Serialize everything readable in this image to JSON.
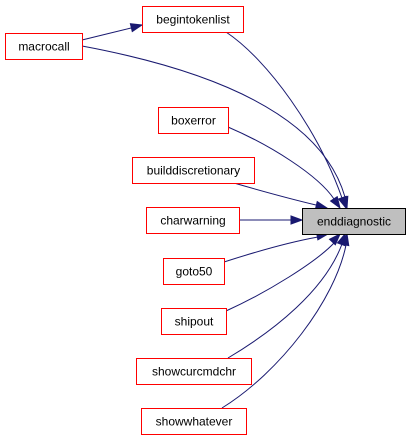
{
  "graph": {
    "colors": {
      "edge": "#191970",
      "caller_border": "#ff0000",
      "focus_fill": "#bfbfbf",
      "focus_border": "#000000"
    },
    "focus": {
      "label": "enddiagnostic"
    },
    "nodes": [
      {
        "id": "begintokenlist",
        "label": "begintokenlist"
      },
      {
        "id": "macrocall",
        "label": "macrocall"
      },
      {
        "id": "boxerror",
        "label": "boxerror"
      },
      {
        "id": "builddiscretionary",
        "label": "builddiscretionary"
      },
      {
        "id": "charwarning",
        "label": "charwarning"
      },
      {
        "id": "goto50",
        "label": "goto50"
      },
      {
        "id": "shipout",
        "label": "shipout"
      },
      {
        "id": "showcurcmdchr",
        "label": "showcurcmdchr"
      },
      {
        "id": "showwhatever",
        "label": "showwhatever"
      }
    ],
    "edges": [
      {
        "from": "macrocall",
        "to": "begintokenlist"
      },
      {
        "from": "begintokenlist",
        "to": "enddiagnostic"
      },
      {
        "from": "macrocall",
        "to": "enddiagnostic"
      },
      {
        "from": "boxerror",
        "to": "enddiagnostic"
      },
      {
        "from": "builddiscretionary",
        "to": "enddiagnostic"
      },
      {
        "from": "charwarning",
        "to": "enddiagnostic"
      },
      {
        "from": "goto50",
        "to": "enddiagnostic"
      },
      {
        "from": "shipout",
        "to": "enddiagnostic"
      },
      {
        "from": "showcurcmdchr",
        "to": "enddiagnostic"
      },
      {
        "from": "showwhatever",
        "to": "enddiagnostic"
      }
    ]
  }
}
